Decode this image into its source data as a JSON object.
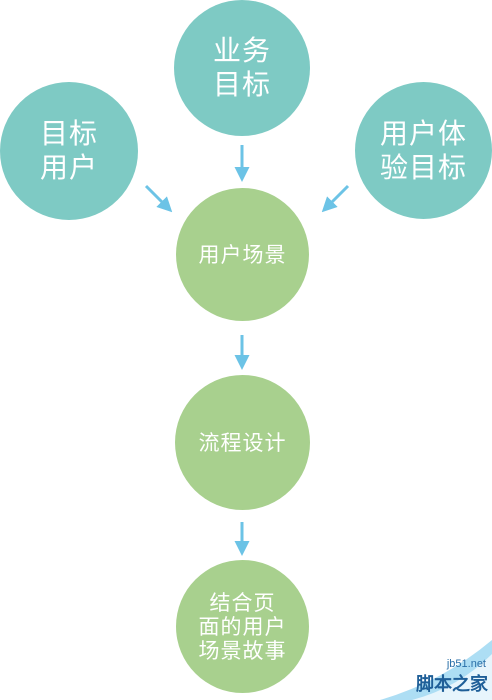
{
  "nodes": {
    "business_goal": {
      "lines": [
        "业务",
        "目标"
      ]
    },
    "target_users": {
      "lines": [
        "目标",
        "用户"
      ]
    },
    "ux_goal": {
      "lines": [
        "用户体",
        "验目标"
      ]
    },
    "user_scenario": {
      "lines": [
        "用户场景"
      ]
    },
    "process_design": {
      "lines": [
        "流程设计"
      ]
    },
    "page_story": {
      "lines": [
        "结合页",
        "面的用户",
        "场景故事"
      ]
    }
  },
  "colors": {
    "teal": "#7ecac4",
    "green": "#a8d08e",
    "arrow": "#6cc3e6"
  },
  "watermark": {
    "site": "jb51.net",
    "name": "脚本之家"
  }
}
